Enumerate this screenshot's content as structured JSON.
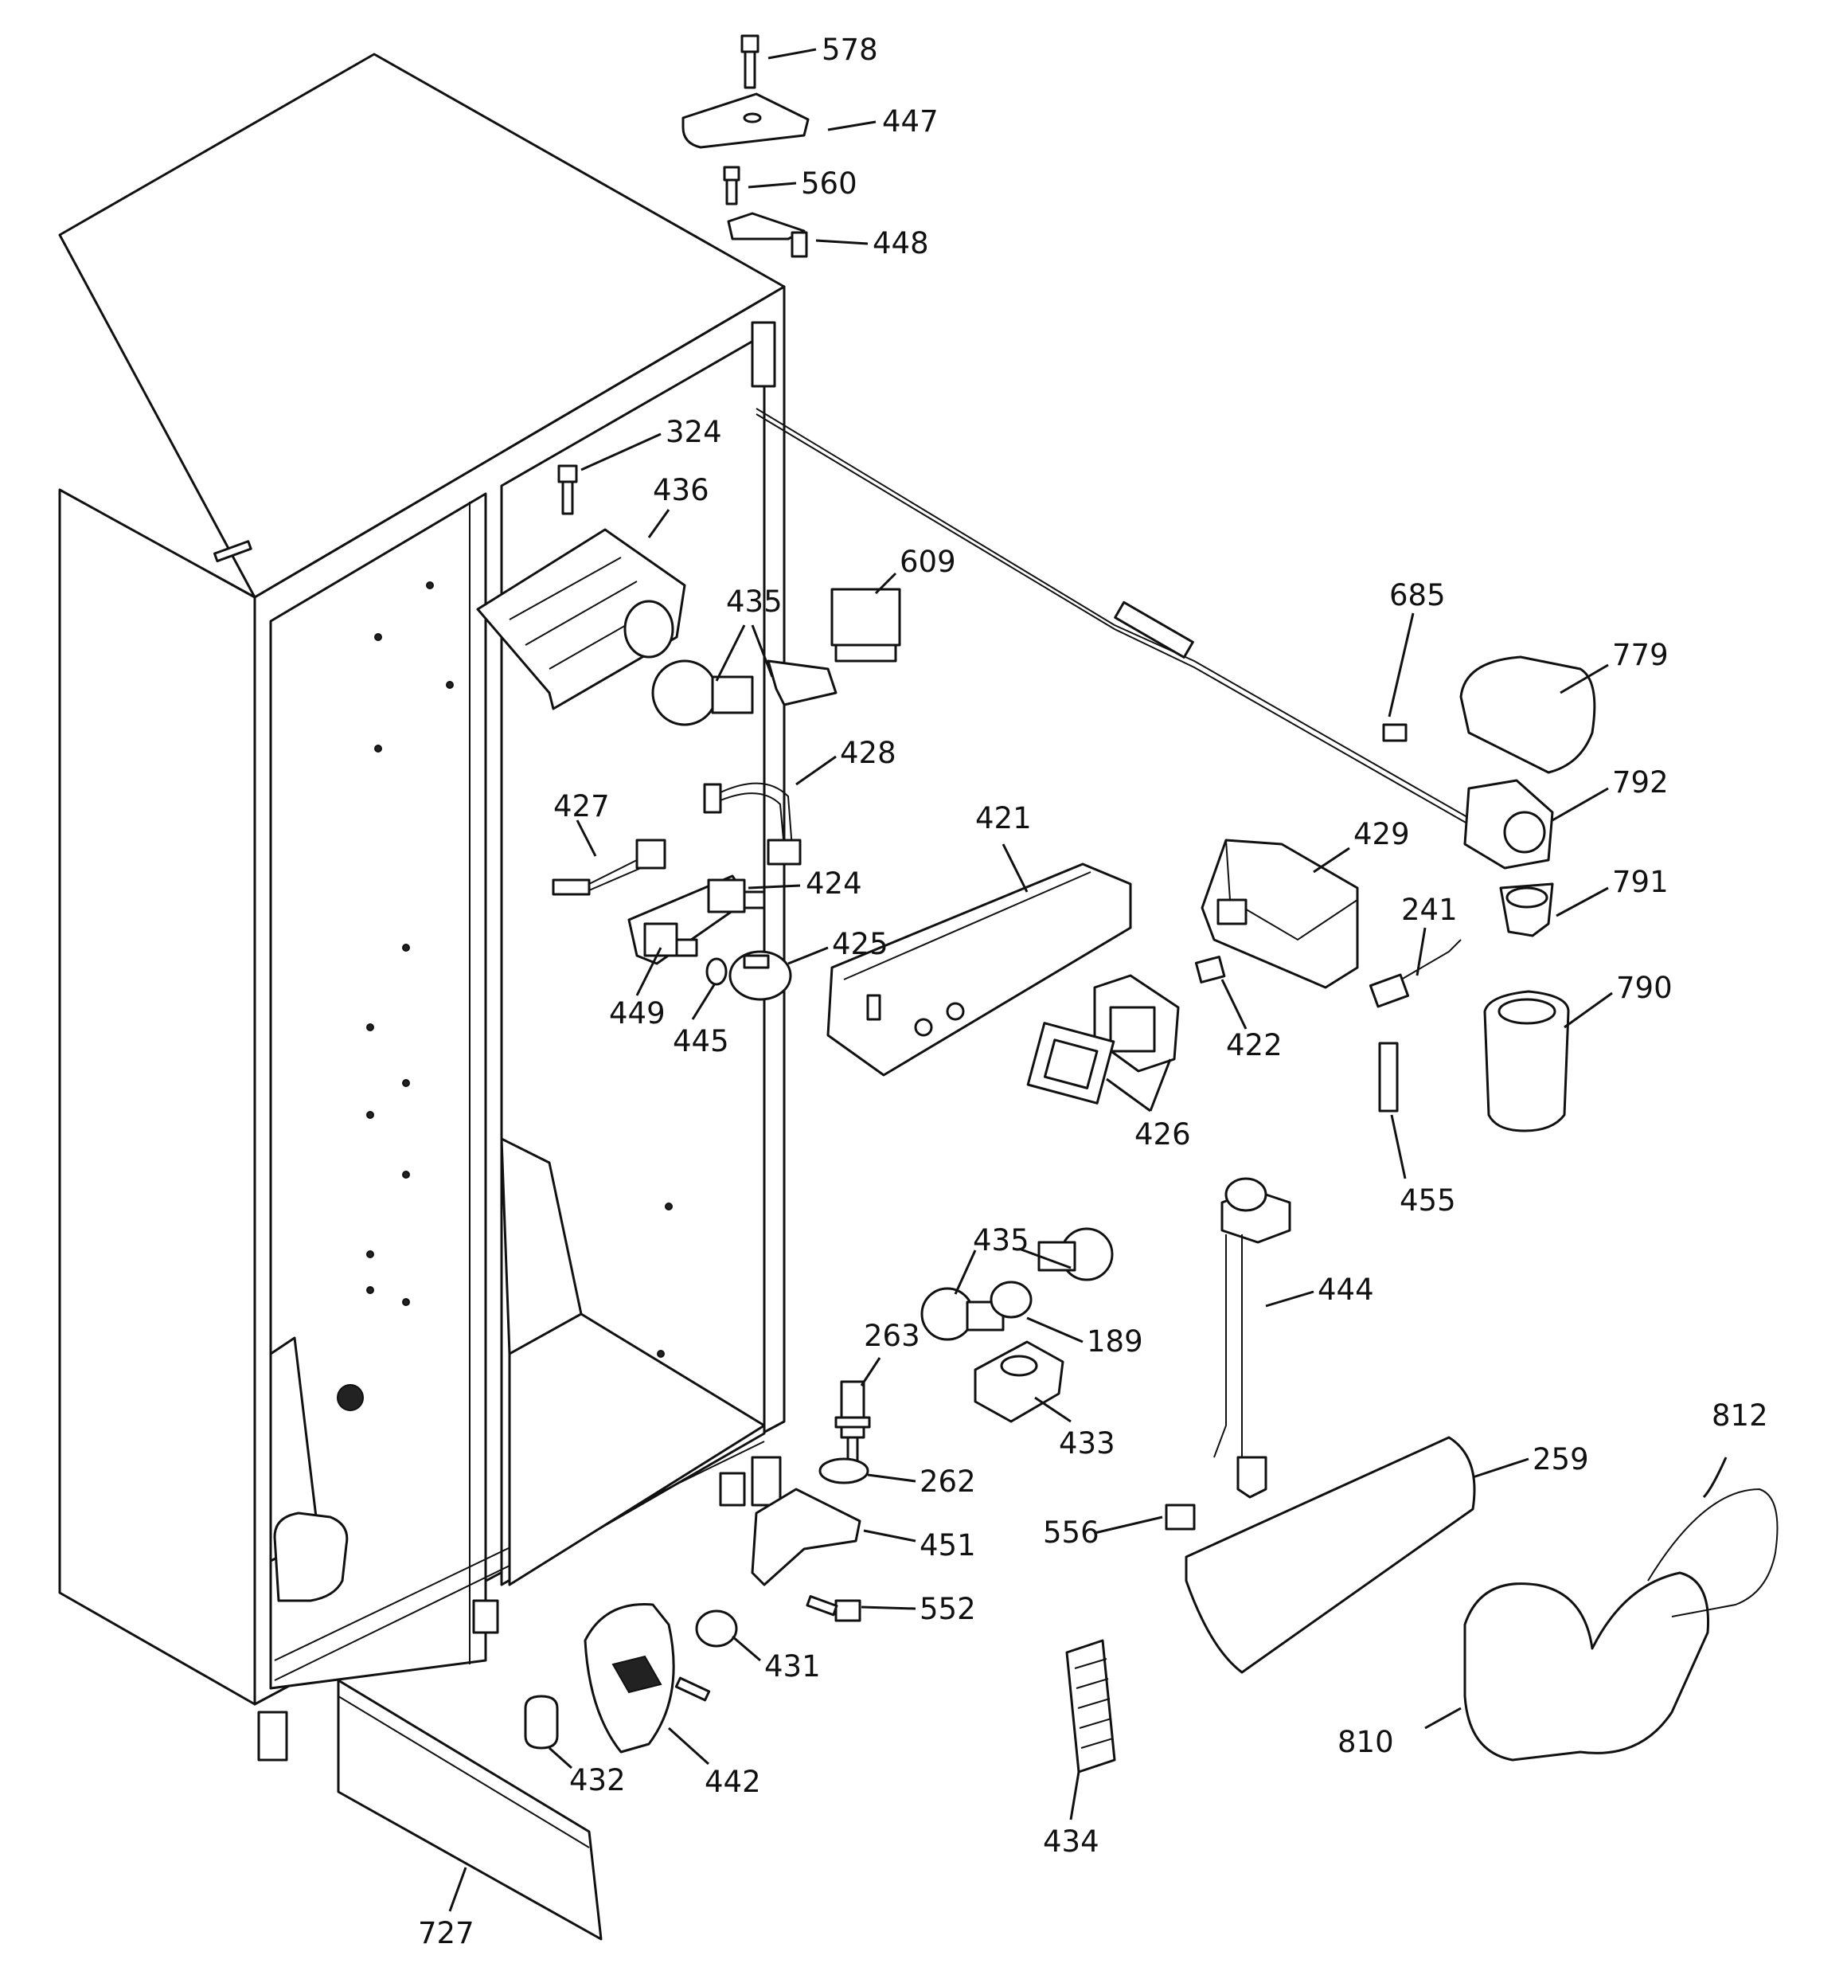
{
  "callouts": [
    {
      "id": "578"
    },
    {
      "id": "447"
    },
    {
      "id": "560"
    },
    {
      "id": "448"
    },
    {
      "id": "324"
    },
    {
      "id": "436"
    },
    {
      "id": "609"
    },
    {
      "id": "435a"
    },
    {
      "id": "685"
    },
    {
      "id": "779"
    },
    {
      "id": "428"
    },
    {
      "id": "427"
    },
    {
      "id": "421"
    },
    {
      "id": "429"
    },
    {
      "id": "792"
    },
    {
      "id": "424"
    },
    {
      "id": "241"
    },
    {
      "id": "791"
    },
    {
      "id": "425"
    },
    {
      "id": "449"
    },
    {
      "id": "445"
    },
    {
      "id": "422"
    },
    {
      "id": "790"
    },
    {
      "id": "426"
    },
    {
      "id": "455"
    },
    {
      "id": "435b"
    },
    {
      "id": "444"
    },
    {
      "id": "263"
    },
    {
      "id": "189"
    },
    {
      "id": "433"
    },
    {
      "id": "812"
    },
    {
      "id": "259"
    },
    {
      "id": "262"
    },
    {
      "id": "451"
    },
    {
      "id": "556"
    },
    {
      "id": "552"
    },
    {
      "id": "431"
    },
    {
      "id": "810"
    },
    {
      "id": "432"
    },
    {
      "id": "442"
    },
    {
      "id": "434"
    },
    {
      "id": "727"
    }
  ],
  "labels": {
    "578": "578",
    "447": "447",
    "560": "560",
    "448": "448",
    "324": "324",
    "436": "436",
    "609": "609",
    "435a": "435",
    "685": "685",
    "779": "779",
    "428": "428",
    "427": "427",
    "421": "421",
    "429": "429",
    "792": "792",
    "424": "424",
    "241": "241",
    "791": "791",
    "425": "425",
    "449": "449",
    "445": "445",
    "422": "422",
    "790": "790",
    "426": "426",
    "455": "455",
    "435b": "435",
    "444": "444",
    "263": "263",
    "189": "189",
    "433": "433",
    "812": "812",
    "259": "259",
    "262": "262",
    "451": "451",
    "556": "556",
    "552": "552",
    "431": "431",
    "810": "810",
    "432": "432",
    "442": "442",
    "434": "434",
    "727": "727"
  }
}
